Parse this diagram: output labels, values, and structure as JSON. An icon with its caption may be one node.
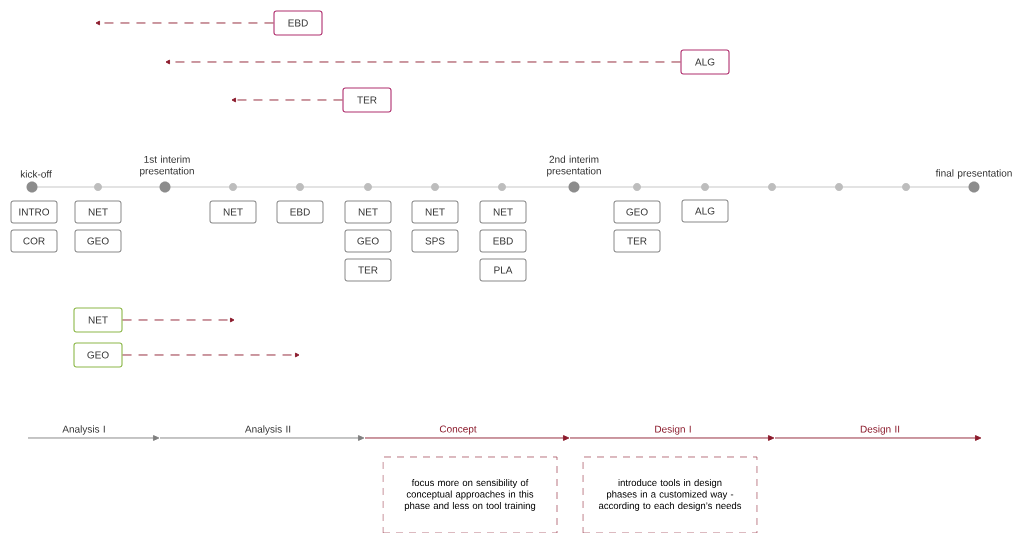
{
  "diagram": {
    "nodes": [
      {
        "text": [
          "EBD"
        ]
      },
      {
        "text": [
          "ALG"
        ]
      },
      {
        "text": [
          "TER"
        ]
      },
      {
        "text": [
          "INTRO"
        ]
      },
      {
        "text": [
          "COR"
        ]
      },
      {
        "text": [
          "NET"
        ]
      },
      {
        "text": [
          "GEO"
        ]
      },
      {
        "text": [
          "NET"
        ]
      },
      {
        "text": [
          "EBD"
        ]
      },
      {
        "text": [
          "NET"
        ]
      },
      {
        "text": [
          "GEO"
        ]
      },
      {
        "text": [
          "TER"
        ]
      },
      {
        "text": [
          "NET"
        ]
      },
      {
        "text": [
          "SPS"
        ]
      },
      {
        "text": [
          "NET"
        ]
      },
      {
        "text": [
          "EBD"
        ]
      },
      {
        "text": [
          "PLA"
        ]
      },
      {
        "text": [
          "GEO"
        ]
      },
      {
        "text": [
          "TER"
        ]
      },
      {
        "text": [
          "ALG"
        ]
      },
      {
        "text": [
          "NET"
        ]
      },
      {
        "text": [
          "GEO"
        ]
      },
      {
        "text": [
          "focus more on sensibility of conceptual approaches in this phase and less on tool training"
        ]
      },
      {
        "text": [
          "introduce tools in design phases in a customized way - according to each design’s needs"
        ]
      }
    ],
    "edges": [
      {
        "from": 0,
        "to": null,
        "arrow": "to",
        "style": "dashed"
      },
      {
        "from": 1,
        "to": null,
        "arrow": "to",
        "style": "dashed"
      },
      {
        "from": 2,
        "to": null,
        "arrow": "to",
        "style": "dashed"
      },
      {
        "from": 20,
        "to": null,
        "arrow": "to",
        "style": "dashed"
      },
      {
        "from": 21,
        "to": null,
        "arrow": "to",
        "style": "dashed"
      }
    ],
    "labels": [
      "kick-off",
      "1st interim presentation",
      "2nd interim presentation",
      "final presentation",
      "Analysis I",
      "Analysis II",
      "Concept",
      "Design I",
      "Design II"
    ]
  }
}
